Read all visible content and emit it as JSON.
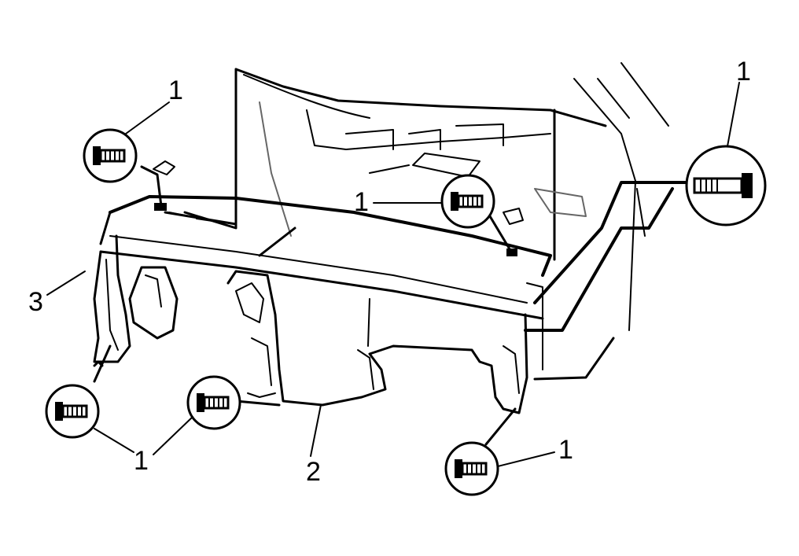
{
  "diagram": {
    "callouts": [
      {
        "id": "bolt-top-left",
        "label": "1"
      },
      {
        "id": "bolt-center",
        "label": "1"
      },
      {
        "id": "bolt-top-right",
        "label": "1"
      },
      {
        "id": "bolt-bottom-left",
        "label": "1"
      },
      {
        "id": "bolt-bottom-middle",
        "label": "1"
      },
      {
        "id": "bolt-bottom-right",
        "label": "1"
      },
      {
        "id": "panel-lower",
        "label": "2"
      },
      {
        "id": "panel-left",
        "label": "3"
      }
    ]
  },
  "colors": {
    "ink": "#000000",
    "paper": "#ffffff",
    "shade": "#666666"
  }
}
